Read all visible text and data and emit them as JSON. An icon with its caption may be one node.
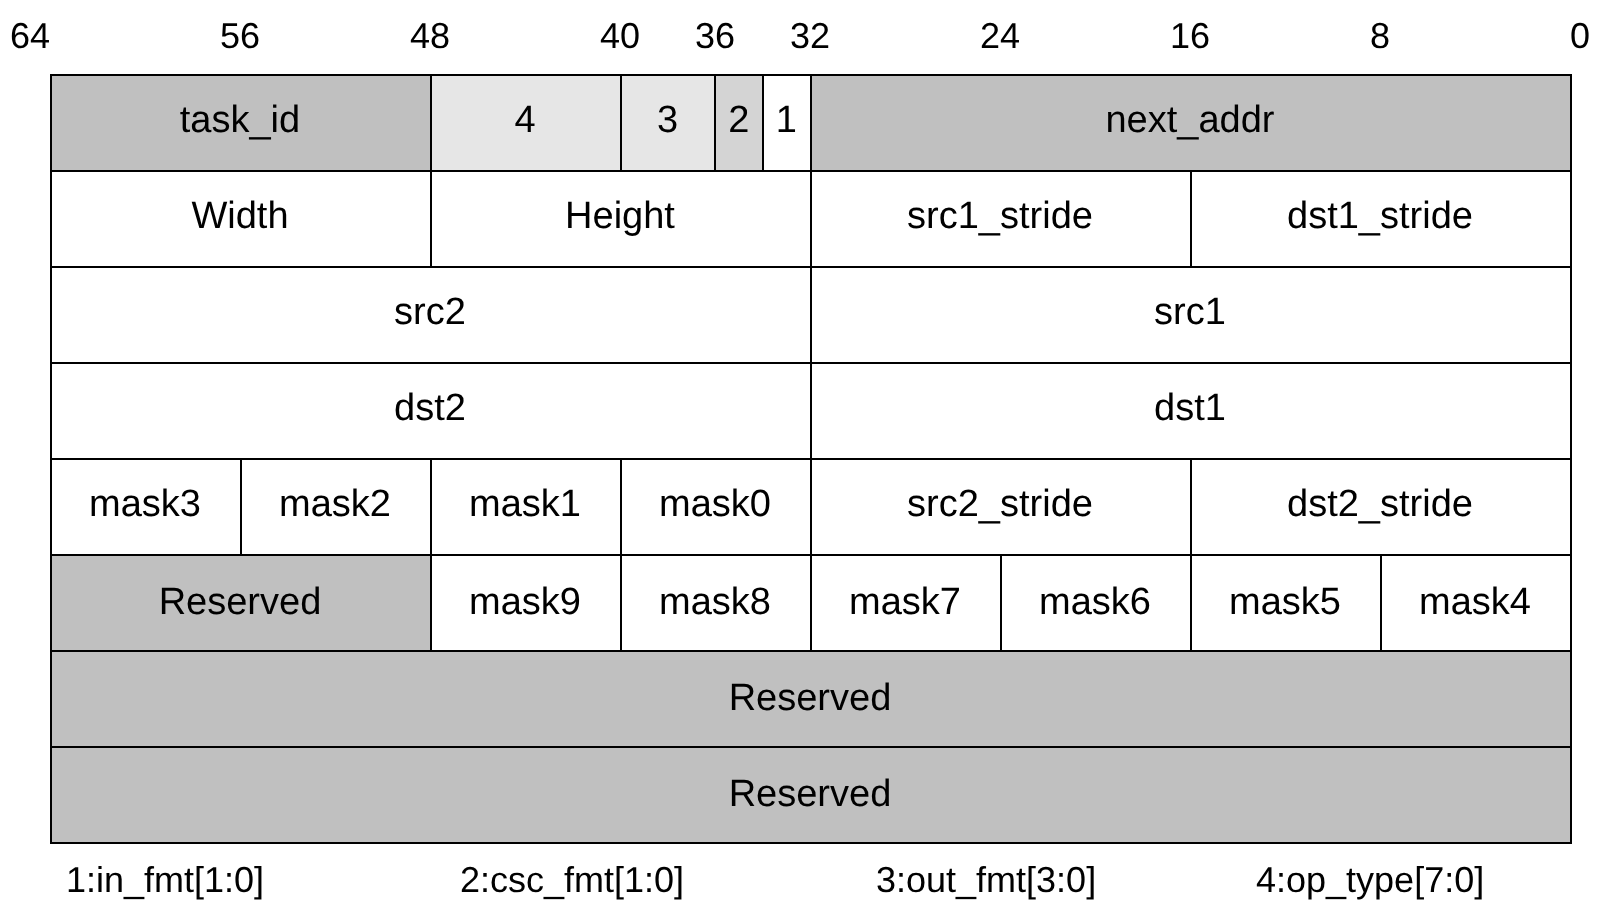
{
  "diagram": {
    "nodes": [
      {
        "text": [
          "task_id"
        ]
      },
      {
        "text": [
          "4"
        ]
      },
      {
        "text": [
          "3"
        ]
      },
      {
        "text": [
          "2"
        ]
      },
      {
        "text": [
          "1"
        ]
      },
      {
        "text": [
          "next_addr"
        ]
      },
      {
        "text": [
          "Width"
        ]
      },
      {
        "text": [
          "Height"
        ]
      },
      {
        "text": [
          "src1_stride"
        ]
      },
      {
        "text": [
          "dst1_stride"
        ]
      },
      {
        "text": [
          "src2"
        ]
      },
      {
        "text": [
          "src1"
        ]
      },
      {
        "text": [
          "dst2"
        ]
      },
      {
        "text": [
          "dst1"
        ]
      },
      {
        "text": [
          "mask3"
        ]
      },
      {
        "text": [
          "mask2"
        ]
      },
      {
        "text": [
          "mask1"
        ]
      },
      {
        "text": [
          "mask0"
        ]
      },
      {
        "text": [
          "src2_stride"
        ]
      },
      {
        "text": [
          "dst2_stride"
        ]
      },
      {
        "text": [
          "Reserved"
        ]
      },
      {
        "text": [
          "mask9"
        ]
      },
      {
        "text": [
          "mask8"
        ]
      },
      {
        "text": [
          "mask7"
        ]
      },
      {
        "text": [
          "mask6"
        ]
      },
      {
        "text": [
          "mask5"
        ]
      },
      {
        "text": [
          "mask4"
        ]
      },
      {
        "text": [
          "Reserved"
        ]
      },
      {
        "text": [
          "Reserved"
        ]
      }
    ],
    "labels": [
      "64",
      "56",
      "48",
      "40",
      "36",
      "32",
      "24",
      "16",
      "8",
      "0",
      "1:in_fmt[1:0]",
      "2:csc_fmt[1:0]",
      "3:out_fmt[3:0]",
      "4:op_type[7:0]"
    ]
  }
}
